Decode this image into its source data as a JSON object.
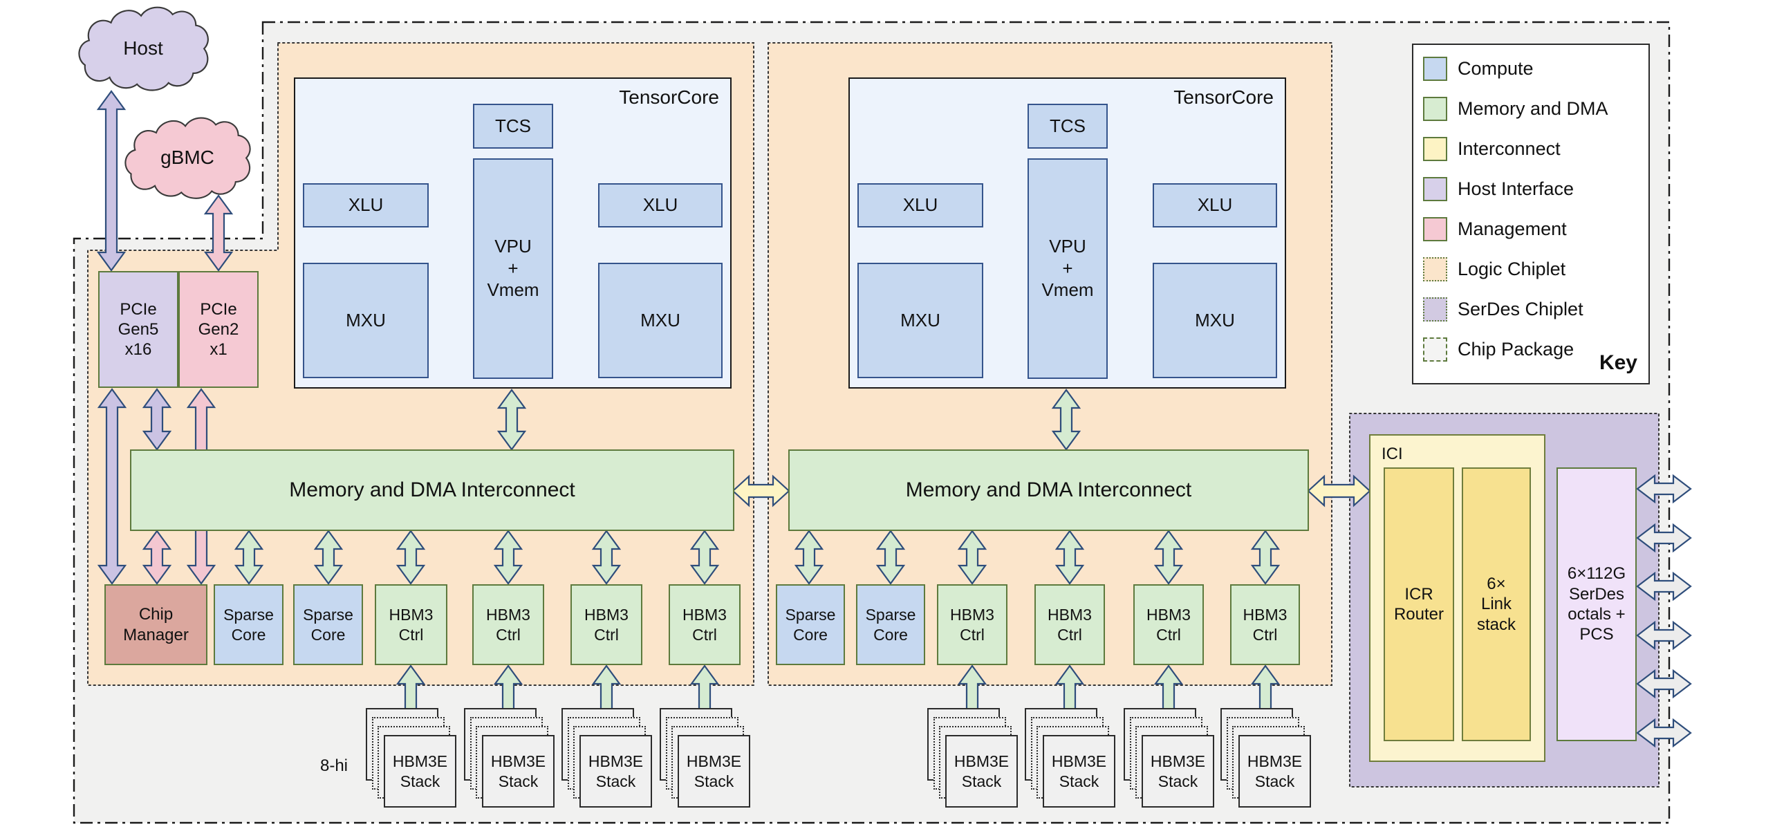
{
  "clouds": {
    "host": "Host",
    "gbmc": "gBMC"
  },
  "host_interface": {
    "pcie_gen5": "PCIe\nGen5\nx16",
    "pcie_gen2": "PCIe\nGen2\nx1"
  },
  "tensorcore": {
    "title": "TensorCore",
    "tcs": "TCS",
    "xlu": "XLU",
    "vpu": "VPU\n+\nVmem",
    "mxu": "MXU"
  },
  "interconnect": {
    "label": "Memory and DMA Interconnect"
  },
  "management": {
    "chip_manager": "Chip\nManager"
  },
  "compute": {
    "sparse_core": "Sparse\nCore"
  },
  "memory": {
    "hbm3_ctrl": "HBM3\nCtrl",
    "hbm3e_stack": "HBM3E\nStack",
    "stack_height": "8-hi"
  },
  "ici": {
    "title": "ICI",
    "icr_router": "ICR\nRouter",
    "link_stack": "6×\nLink\nstack"
  },
  "serdes": {
    "octals": "6×112G\nSerDes\noctals +\nPCS"
  },
  "legend": {
    "title": "Key",
    "items": [
      {
        "label": "Compute",
        "fill": "#c6d8f0",
        "border": "solid"
      },
      {
        "label": "Memory and DMA",
        "fill": "#d7ecd1",
        "border": "solid"
      },
      {
        "label": "Interconnect",
        "fill": "#fdf3c4",
        "border": "solid"
      },
      {
        "label": "Host Interface",
        "fill": "#d7d0ea",
        "border": "solid"
      },
      {
        "label": "Management",
        "fill": "#f5c9d3",
        "border": "solid"
      },
      {
        "label": "Logic Chiplet",
        "fill": "#fbe5cb",
        "border": "dotted"
      },
      {
        "label": "SerDes Chiplet",
        "fill": "#d2cae2",
        "border": "dotted"
      },
      {
        "label": "Chip Package",
        "fill": "#f4f4f3",
        "border": "dashdot"
      }
    ]
  },
  "colors": {
    "logic_chiplet": "#fbe5cb",
    "serdes_chiplet": "#cdc5e0",
    "chip_package": "#f1f1f0",
    "arrow_outline": "#2e4d7b",
    "arrow_purple": "#cbc3e3",
    "arrow_pink": "#f3c7d1",
    "arrow_green": "#d5ebd1",
    "arrow_yellow": "#fdf4c4",
    "arrow_gray": "#ececec",
    "arrow_blue": "#c6d8f0"
  }
}
